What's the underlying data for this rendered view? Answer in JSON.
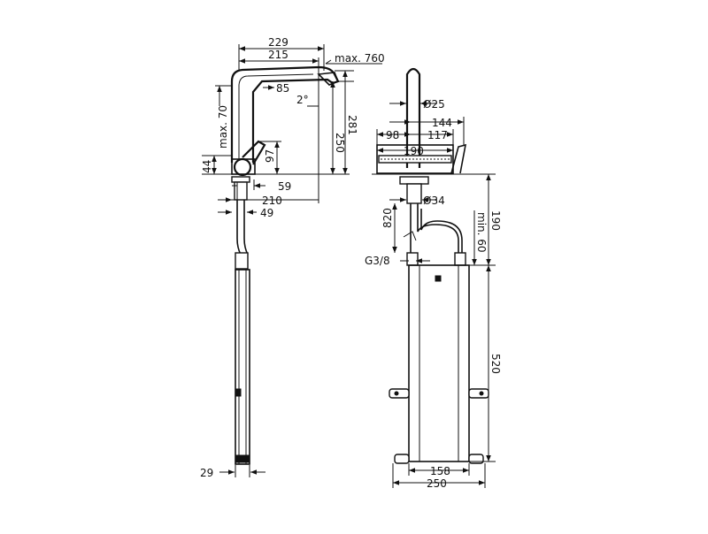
{
  "side_view": {
    "dims": {
      "d229": "229",
      "d215": "215",
      "max760": "max. 760",
      "d85": "85",
      "angle": "2°",
      "max70": "max. 70",
      "d250": "250",
      "d281": "281",
      "d44": "44",
      "d97": "97",
      "d59": "59",
      "d210": "210",
      "d49": "49",
      "d29": "29"
    }
  },
  "front_view": {
    "dims": {
      "dia25": "Ø25",
      "d144": "144",
      "d98": "98",
      "d117": "117",
      "d190w": "190",
      "dia34": "Ø34",
      "d820": "820",
      "min60": "min. 60",
      "d190h": "190",
      "g38": "G3/8",
      "d520": "520",
      "d158": "158",
      "d250": "250"
    }
  }
}
